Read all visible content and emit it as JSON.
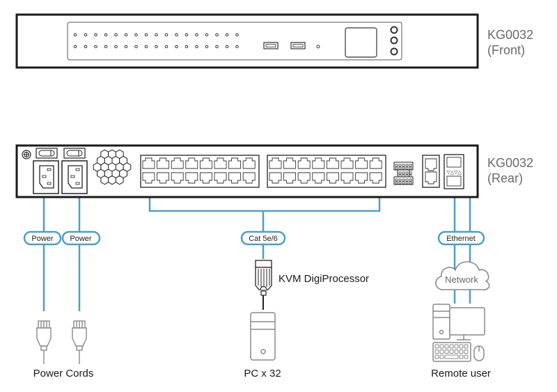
{
  "front_unit": {
    "model": "KG0032",
    "view": "(Front)",
    "led_rows": 2,
    "leds_per_row": 16,
    "usb_ports": 2,
    "buttons": 3
  },
  "rear_unit": {
    "model": "KG0032",
    "view": "(Rear)",
    "power_inlets": 2,
    "kvm_port_blocks": 2,
    "ports_per_block": 16
  },
  "connections": {
    "power_labels": [
      "Power",
      "Power"
    ],
    "kvm_cable_label": "Cat 5e/6",
    "network_cable_label": "Ethernet",
    "network_cloud_label": "Network"
  },
  "devices": {
    "adapter_label": "KVM DigiProcessor",
    "power_caption": "Power Cords",
    "pc_caption": "PC x 32",
    "remote_caption": "Remote user"
  },
  "colors": {
    "cable": "#4a9fc7",
    "outline": "#1a1a1a",
    "device_gray": "#8a8a8a",
    "label_gray": "#6a6a6a"
  }
}
